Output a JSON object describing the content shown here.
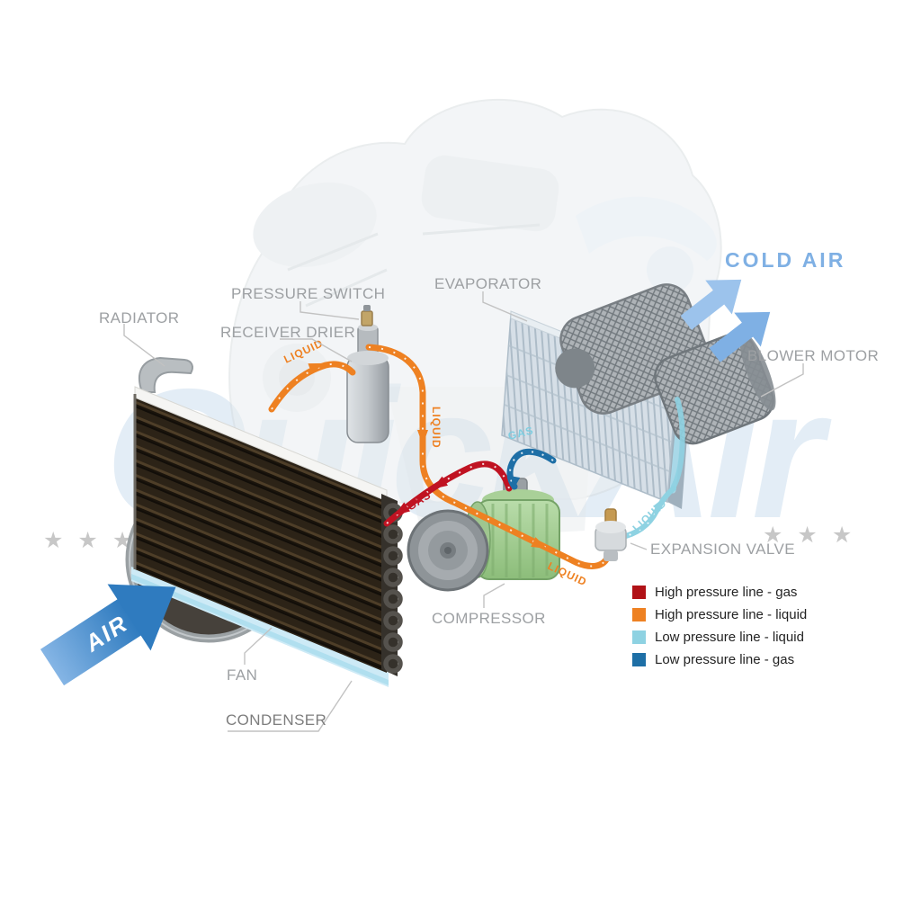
{
  "watermark": {
    "text": "QuickAir",
    "stars_left": "★★★",
    "stars_right": "★★★"
  },
  "labels": {
    "radiator": "RADIATOR",
    "pressure_switch": "PRESSURE SWITCH",
    "receiver_drier": "RECEIVER DRIER",
    "evaporator": "EVAPORATOR",
    "cold_air": "COLD AIR",
    "blower_motor": "BLOWER MOTOR",
    "expansion_valve": "EXPANSION VALVE",
    "compressor": "COMPRESSOR",
    "fan": "FAN",
    "condenser": "CONDENSER",
    "air": "AIR"
  },
  "line_labels": [
    {
      "text": "LIQUID",
      "color": "#ee8122"
    },
    {
      "text": "LIQUID",
      "color": "#ee8122"
    },
    {
      "text": "GAS",
      "color": "#7fcde0"
    },
    {
      "text": "GAS",
      "color": "#c01322"
    },
    {
      "text": "LIQUID",
      "color": "#8ed2e2"
    },
    {
      "text": "LIQUID",
      "color": "#ee8122"
    }
  ],
  "legend": {
    "items": [
      {
        "label": "High pressure line - gas",
        "color": "#b11217"
      },
      {
        "label": "High pressure line - liquid",
        "color": "#ee8122"
      },
      {
        "label": "Low pressure line - liquid",
        "color": "#8ed2e2"
      },
      {
        "label": "Low pressure line -  gas",
        "color": "#1e6fa6"
      }
    ]
  },
  "colors": {
    "high_pressure_gas": "#b11217",
    "high_pressure_liquid": "#ee8122",
    "low_pressure_liquid": "#8ed2e2",
    "low_pressure_gas": "#1e6fa6",
    "cold_air_text": "#7fb0e4",
    "label_gray": "#9da0a3"
  }
}
